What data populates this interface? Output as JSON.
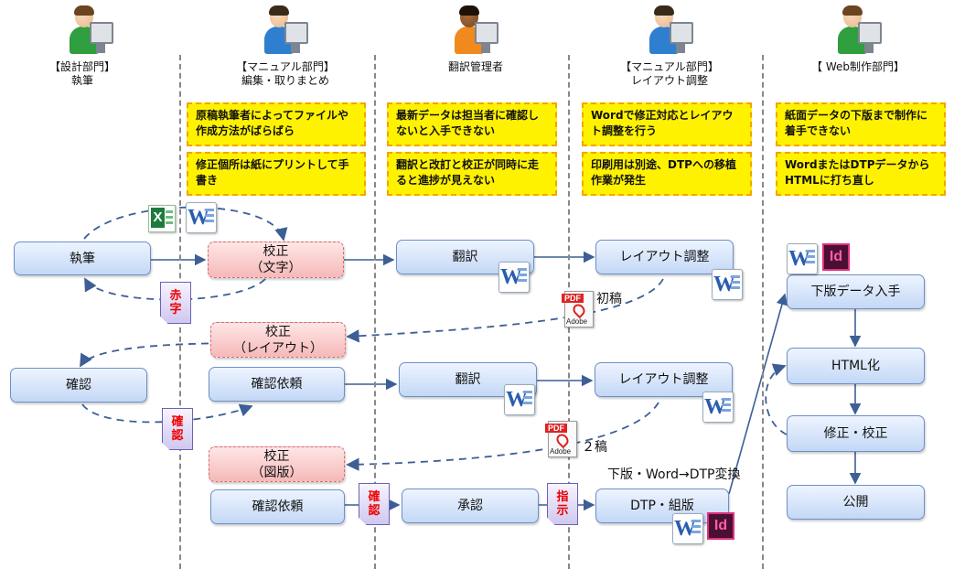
{
  "lanes": [
    {
      "title": "【設計部門】\n執筆"
    },
    {
      "title": "【マニュアル部門】\n編集・取りまとめ"
    },
    {
      "title": "翻訳管理者"
    },
    {
      "title": "【マニュアル部門】\nレイアウト調整"
    },
    {
      "title": "【 Web制作部門】"
    }
  ],
  "notes": [
    "原稿執筆者によってファイルや作成方法がばらばら",
    "修正個所は紙にプリントして手書き",
    "最新データは担当者に確認しないと入手できない",
    "翻訳と改訂と校正が同時に走ると進捗が見えない",
    "Wordで修正対応とレイアウト調整を行う",
    "印刷用は別途、DTPへの移植作業が発生",
    "紙面データの下版まで制作に着手できない",
    "WordまたはDTPデータからHTMLに打ち直し"
  ],
  "boxes": {
    "shippitsu": "執筆",
    "kousei_moji": "校正\n（文字）",
    "honyaku1": "翻訳",
    "layout1": "レイアウト調整",
    "kakunin": "確認",
    "kousei_layout": "校正\n（レイアウト）",
    "kakunin_irai1": "確認依頼",
    "honyaku2": "翻訳",
    "layout2": "レイアウト調整",
    "kousei_zuhan": "校正\n（図版）",
    "kakunin_irai2": "確認依頼",
    "shounin": "承認",
    "dtp": "DTP・組版",
    "gehan": "下版データ入手",
    "html": "HTML化",
    "shusei": "修正・校正",
    "koukai": "公開"
  },
  "stamps": {
    "akaji": "赤\n字",
    "kakunin1": "確\n認",
    "kakunin2": "確\n認",
    "shiji": "指\n示"
  },
  "labels": {
    "shokou": "初稿",
    "nikou": "２稿",
    "convert": "下版・Word→DTP変換"
  },
  "icons": {
    "word": "W",
    "indesign": "Id",
    "excel": "X",
    "pdf_tag": "PDF",
    "pdf_brand": "Adobe"
  },
  "colors": {
    "box_fill": "#c3d8f6",
    "box_border": "#6d8fc7",
    "red_box_fill": "#f5b9b9",
    "note_fill": "#fff200",
    "note_border": "#f3a500",
    "arrow": "#3d5f95",
    "stamp_text": "#ee0000"
  }
}
